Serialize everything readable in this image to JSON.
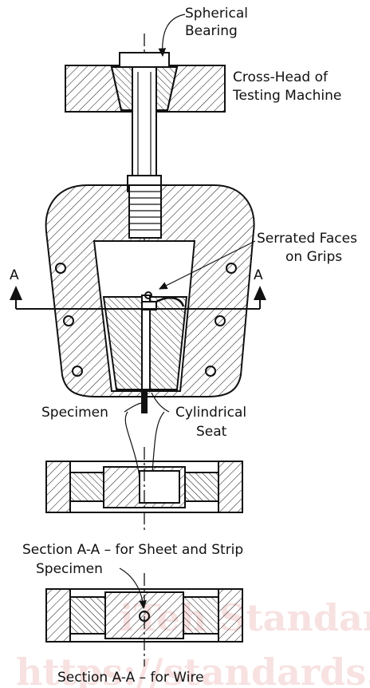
{
  "labels": {
    "spherical_bearing_1": "Spherical",
    "spherical_bearing_2": "Bearing",
    "crosshead_1": "Cross-Head of",
    "crosshead_2": "Testing Machine",
    "serrated_1": "Serrated Faces",
    "serrated_2": "on Grips",
    "section_a_left": "A",
    "section_a_right": "A",
    "specimen_top": "Specimen",
    "cylindrical_1": "Cylindrical",
    "cylindrical_2": "Seat",
    "caption_sheet": "Section A-A – for Sheet and Strip",
    "specimen_wire": "Specimen",
    "caption_wire": "Section A-A – for Wire"
  },
  "watermark": {
    "line1": "iTeh Standards",
    "line2": "https://standards.iteh.ai"
  },
  "colors": {
    "ink": "#111111",
    "watermark": "#f2c9c9"
  }
}
